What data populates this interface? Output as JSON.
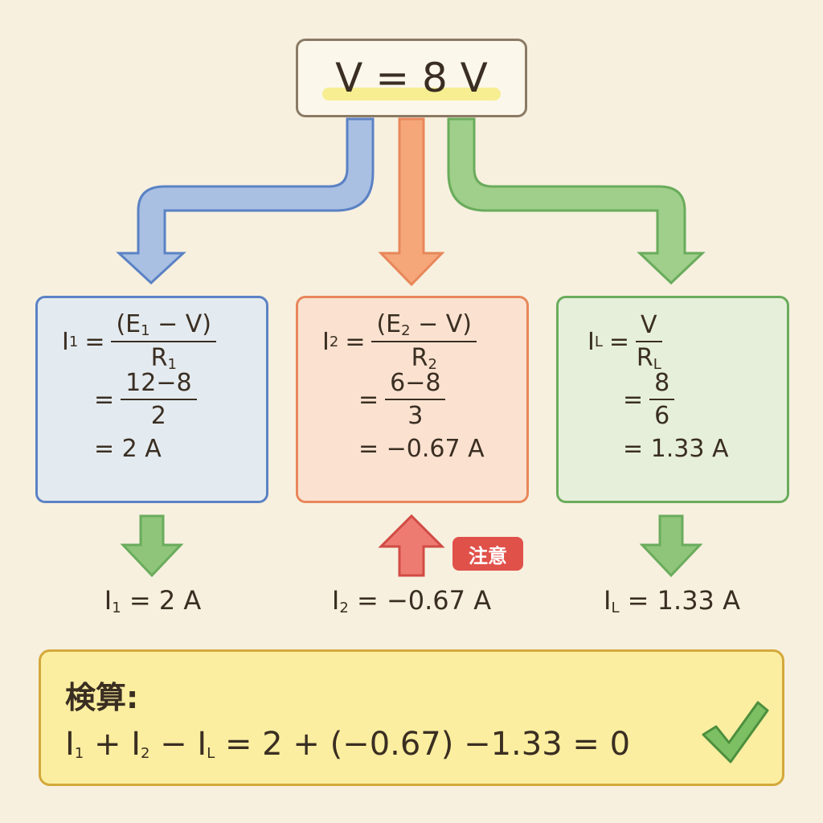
{
  "top": {
    "text": "V = 8 V"
  },
  "box1": {
    "lhs": "I",
    "lhs_sub": "1",
    "eq": "=",
    "num": "(E",
    "num_sub": "1",
    "num_rest": " − V)",
    "den": "R",
    "den_sub": "1",
    "step2_num": "12−8",
    "step2_den": "2",
    "step3": "= 2 A"
  },
  "box2": {
    "lhs": "I",
    "lhs_sub": "2",
    "eq": "=",
    "num": "(E",
    "num_sub": "2",
    "num_rest": " − V)",
    "den": "R",
    "den_sub": "2",
    "step2_num": "6−8",
    "step2_den": "3",
    "step3": "= −0.67 A"
  },
  "box3": {
    "lhs": "I",
    "lhs_sub": "L",
    "eq": "=",
    "num": "V",
    "den": "R",
    "den_sub": "L",
    "step2_num": "8",
    "step2_den": "6",
    "step3": "= 1.33 A"
  },
  "results": [
    {
      "var": "I",
      "sub": "1",
      "val": " = 2 A"
    },
    {
      "var": "I",
      "sub": "2",
      "val": " = −0.67 A"
    },
    {
      "var": "I",
      "sub": "L",
      "val": " = 1.33 A"
    }
  ],
  "warning": "注意",
  "check": {
    "title": "検算:",
    "eq_part1": "I",
    "s1": "1",
    "eq_part2": " + I",
    "s2": "2",
    "eq_part3": " − I",
    "s3": "L",
    "eq_part4": " = 2 + (−0.67) −1.33 = 0"
  },
  "colors": {
    "blue": "#5b82c4",
    "orange": "#e8875a",
    "green": "#6aac5c",
    "red": "#e0514a",
    "yellow": "#fbeea0"
  }
}
